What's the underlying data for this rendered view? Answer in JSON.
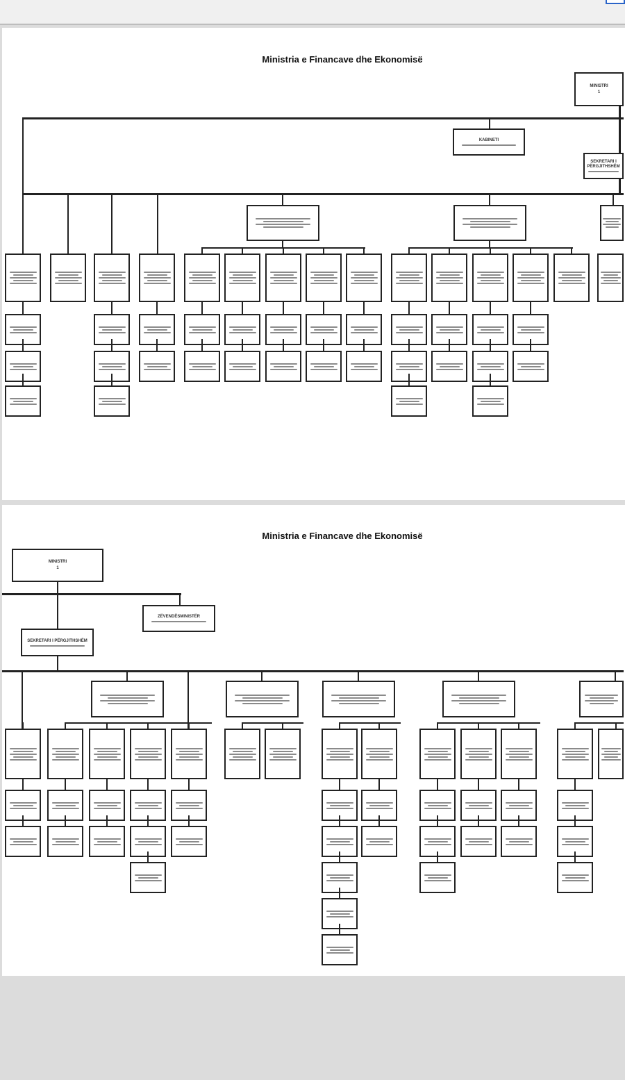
{
  "viewer": {
    "toolbar": "document-viewer-toolbar"
  },
  "pages": [
    {
      "title": "Ministria e Financave dhe Ekonomisë",
      "minister_label": "MINISTRI",
      "minister_number": "1",
      "cabinet_label": "KABINETI",
      "secretary_label": "SEKRETARI I PËRGJITHSHËM"
    },
    {
      "title": "Ministria e Financave dhe Ekonomisë",
      "minister_label": "MINISTRI",
      "minister_number": "1",
      "deputy_label": "ZËVENDËSMINISTËR",
      "secretary_label": "SEKRETARI I PËRGJITHSHËM"
    }
  ]
}
